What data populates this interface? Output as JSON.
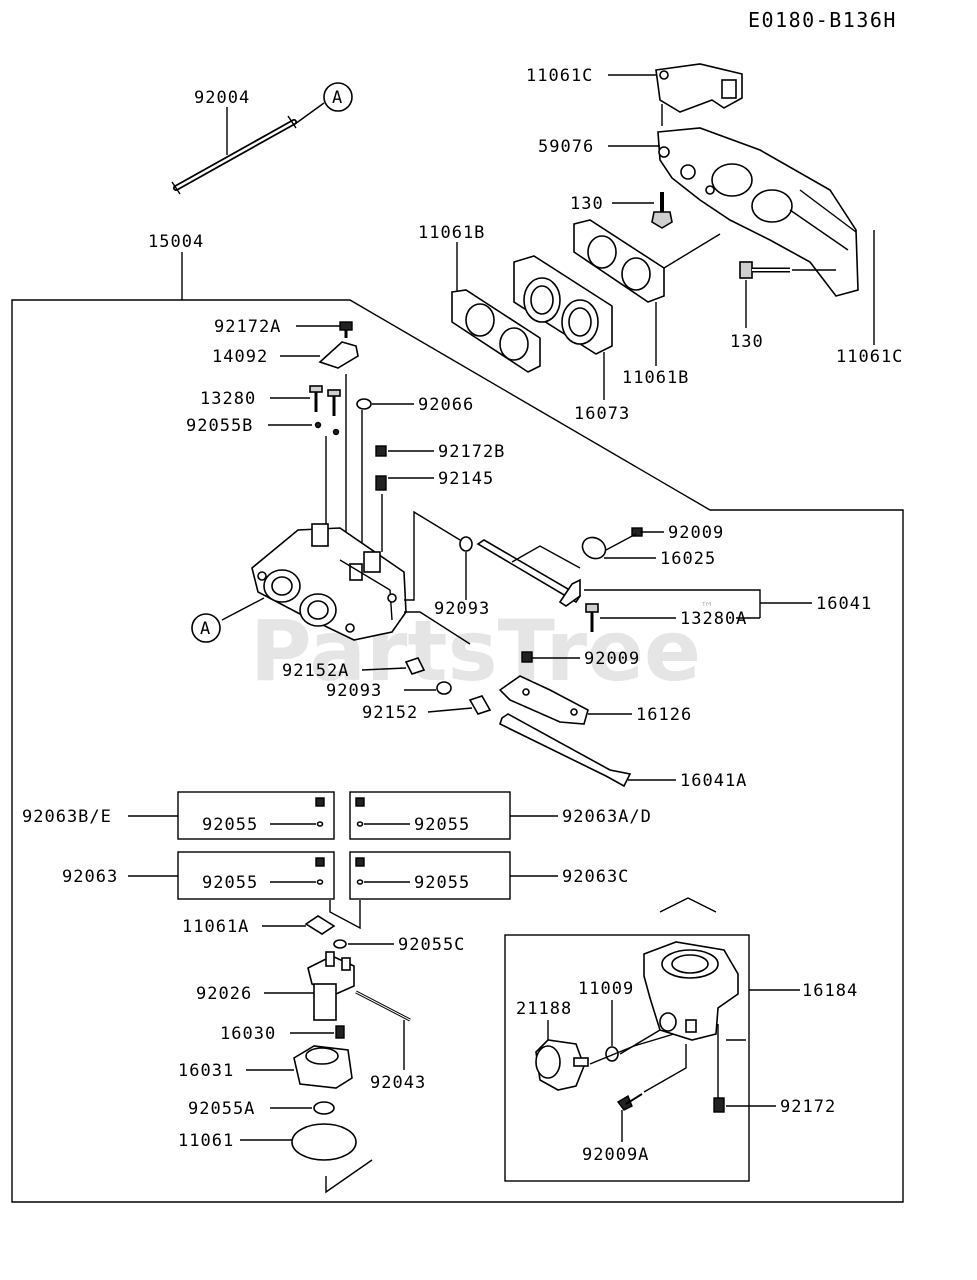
{
  "diagram_code": "E0180-B136H",
  "watermark": "PartsTree",
  "watermark_tm": "™",
  "callouts": {
    "A_top": "A",
    "A_body": "A"
  },
  "labels": {
    "p92004": "92004",
    "p15004": "15004",
    "p11061C_top": "11061C",
    "p59076": "59076",
    "p130_left": "130",
    "p11061B_left": "11061B",
    "p16073": "16073",
    "p11061B_right": "11061B",
    "p130_right": "130",
    "p11061C_right": "11061C",
    "p92172A": "92172A",
    "p14092": "14092",
    "p13280": "13280",
    "p92066": "92066",
    "p92055B": "92055B",
    "p92172B": "92172B",
    "p92145": "92145",
    "p92009_a": "92009",
    "p16025": "16025",
    "p16041": "16041",
    "p92093_a": "92093",
    "p13280A": "13280A",
    "p92009_b": "92009",
    "p92152A": "92152A",
    "p92093_b": "92093",
    "p92152": "92152",
    "p16126": "16126",
    "p16041A": "16041A",
    "p92063BE": "92063B/E",
    "p92055_box1": "92055",
    "p92055_box2": "92055",
    "p92063AD": "92063A/D",
    "p92063": "92063",
    "p92055_box3": "92055",
    "p92055_box4": "92055",
    "p92063C": "92063C",
    "p11061A": "11061A",
    "p92055C": "92055C",
    "p92026": "92026",
    "p16030": "16030",
    "p16031": "16031",
    "p92043": "92043",
    "p92055A": "92055A",
    "p11061": "11061",
    "p11009": "11009",
    "p21188": "21188",
    "p16184": "16184",
    "p92172": "92172",
    "p92009A": "92009A"
  }
}
